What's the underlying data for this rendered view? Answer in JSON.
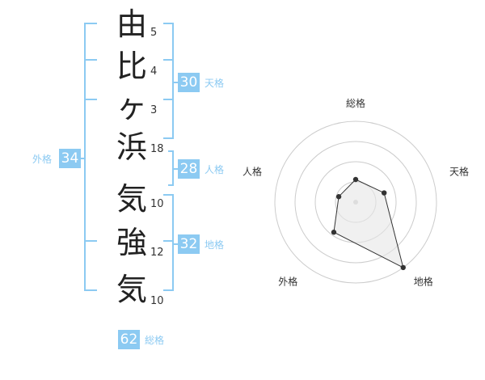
{
  "name_chars": [
    {
      "char": "由",
      "strokes": "5"
    },
    {
      "char": "比",
      "strokes": "4"
    },
    {
      "char": "ヶ",
      "strokes": "3"
    },
    {
      "char": "浜",
      "strokes": "18"
    },
    {
      "char": "気",
      "strokes": "10"
    },
    {
      "char": "強",
      "strokes": "12"
    },
    {
      "char": "気",
      "strokes": "10"
    }
  ],
  "fortunes": {
    "tenkaku": {
      "value": "30",
      "label": "天格"
    },
    "jinkaku": {
      "value": "28",
      "label": "人格"
    },
    "chikaku": {
      "value": "32",
      "label": "地格"
    },
    "gaikaku": {
      "value": "34",
      "label": "外格"
    },
    "soukaku": {
      "value": "62",
      "label": "総格"
    }
  },
  "chart_data": {
    "type": "radar",
    "axes": [
      "総格",
      "天格",
      "地格",
      "外格",
      "人格"
    ],
    "values": [
      0.28,
      0.37,
      1.0,
      0.46,
      0.22
    ],
    "rings": 4,
    "range": [
      0,
      1
    ]
  },
  "colors": {
    "accent": "#8ccaf2",
    "text": "#222222",
    "radar_fill": "#e6e6e6",
    "radar_grid": "#cccccc"
  }
}
